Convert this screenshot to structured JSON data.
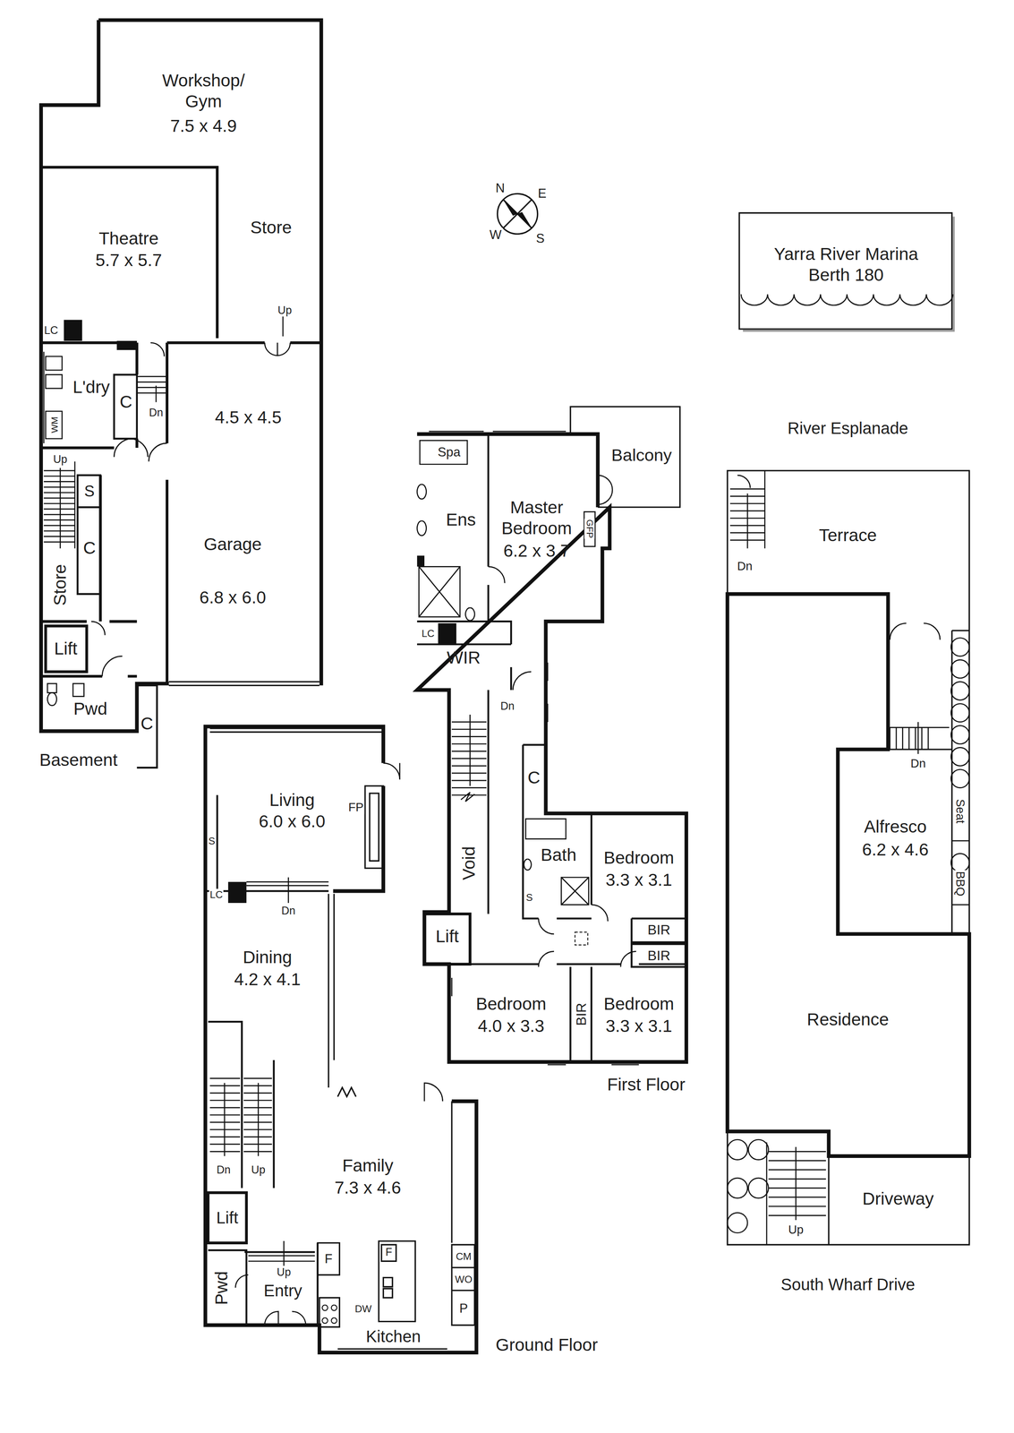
{
  "diagram": {
    "nodes": [
      {
        "text": [
          "Basement"
        ]
      },
      {
        "text": [
          "Workshop/ Gym",
          "7.5 x 4.9"
        ],
        "in": 0
      },
      {
        "text": [
          "Theatre",
          "5.7 x 5.7"
        ],
        "in": 0
      },
      {
        "text": [
          "Store"
        ],
        "in": 0
      },
      {
        "text": [
          "L'dry"
        ],
        "in": 0
      },
      {
        "text": [
          "C"
        ],
        "in": 0
      },
      {
        "text": [
          "Garage",
          "6.8 x 6.0"
        ],
        "in": 0
      },
      {
        "text": [
          "S"
        ],
        "in": 0
      },
      {
        "text": [
          "C"
        ],
        "in": 0
      },
      {
        "text": [
          "Store"
        ],
        "in": 0
      },
      {
        "text": [
          "Lift"
        ],
        "in": 0
      },
      {
        "text": [
          "Pwd"
        ],
        "in": 0
      },
      {
        "text": [
          "C"
        ],
        "in": 0
      },
      {
        "text": [
          "Yarra River Marina Berth 180"
        ]
      },
      {
        "text": [
          "First Floor"
        ]
      },
      {
        "text": [
          "Ens"
        ],
        "in": 14
      },
      {
        "text": [
          "Master Bedroom",
          "6.2 x 3.7"
        ],
        "in": 14
      },
      {
        "text": [
          "Balcony"
        ],
        "in": 14
      },
      {
        "text": [
          "WIR"
        ],
        "in": 14
      },
      {
        "text": [
          "Void"
        ],
        "in": 14
      },
      {
        "text": [
          "C"
        ],
        "in": 14
      },
      {
        "text": [
          "Bath"
        ],
        "in": 14
      },
      {
        "text": [
          "Bedroom",
          "3.3 x 3.1"
        ],
        "in": 14
      },
      {
        "text": [
          "BIR"
        ],
        "in": 14
      },
      {
        "text": [
          "BIR"
        ],
        "in": 14
      },
      {
        "text": [
          "Lift"
        ],
        "in": 14
      },
      {
        "text": [
          "Bedroom",
          "4.0 x 3.3"
        ],
        "in": 14
      },
      {
        "text": [
          "BIR"
        ],
        "in": 14
      },
      {
        "text": [
          "Bedroom",
          "3.3 x 3.1"
        ],
        "in": 14
      },
      {
        "text": [
          "Terrace"
        ]
      },
      {
        "text": [
          "Alfresco",
          "6.2 x 4.6"
        ]
      },
      {
        "text": [
          "Residence"
        ]
      },
      {
        "text": [
          "Driveway"
        ]
      },
      {
        "text": [
          "Ground Floor"
        ]
      },
      {
        "text": [
          "Living",
          "6.0 x 6.0"
        ],
        "in": 33
      },
      {
        "text": [
          "Dining",
          "4.2 x 4.1"
        ],
        "in": 33
      },
      {
        "text": [
          "Family",
          "7.3 x 4.6"
        ],
        "in": 33
      },
      {
        "text": [
          "Lift"
        ],
        "in": 33
      },
      {
        "text": [
          "Pwd"
        ],
        "in": 33
      }
    ],
    "labels": [
      "N",
      "E",
      "W",
      "S",
      "LC",
      "WM",
      "Dn",
      "Up",
      "4.5 x 4.5",
      "Up",
      "River Esplanade",
      "Spa",
      "GFP",
      "LC",
      "Dn",
      "S",
      "Dn",
      "Dn",
      "Seat",
      "BBQ",
      "Up",
      "South Wharf Drive",
      "S",
      "FP",
      "LC",
      "Dn",
      "Dn",
      "Up",
      "Up",
      "Entry",
      "F",
      "F",
      "DW",
      "CM",
      "WO",
      "P",
      "Kitchen"
    ]
  }
}
